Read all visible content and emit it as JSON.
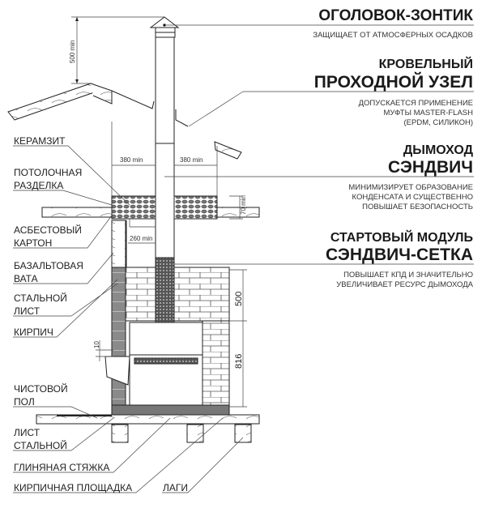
{
  "components": [
    {
      "title": [
        "ОГОЛОВОК-ЗОНТИК"
      ],
      "description": [
        "ЗАЩИЩАЕТ ОТ АТМОСФЕРНЫХ ОСАДКОВ"
      ]
    },
    {
      "title": [
        "КРОВЕЛЬНЫЙ",
        "ПРОХОДНОЙ УЗЕЛ"
      ],
      "description": [
        "ДОПУСКАЕТСЯ ПРИМЕНЕНИЕ",
        "МУФТЫ MASTER-FLASH",
        "(EPDM, СИЛИКОН)"
      ]
    },
    {
      "title": [
        "ДЫМОХОД",
        "СЭНДВИЧ"
      ],
      "description": [
        "МИНИМИЗИРУЕТ ОБРАЗОВАНИЕ",
        "КОНДЕНСАТА И СУЩЕСТВЕННО",
        "ПОВЫШАЕТ БЕЗОПАСНОСТЬ"
      ]
    },
    {
      "title": [
        "СТАРТОВЫЙ МОДУЛЬ",
        "СЭНДВИЧ-СЕТКА"
      ],
      "description": [
        "ПОВЫШАЕТ КПД И ЗНАЧИТЕЛЬНО",
        "УВЕЛИЧИВАЕТ РЕСУРС ДЫМОХОДА"
      ]
    }
  ],
  "materials": [
    [
      "КЕРАМЗИТ"
    ],
    [
      "ПОТОЛОЧНАЯ",
      "РАЗДЕЛКА"
    ],
    [
      "АСБЕСТОВЫЙ",
      "КАРТОН"
    ],
    [
      "БАЗАЛЬТОВАЯ",
      "ВАТА"
    ],
    [
      "СТАЛЬНОЙ",
      "ЛИСТ"
    ],
    [
      "КИРПИЧ"
    ],
    [
      "ЧИСТОВОЙ",
      "ПОЛ"
    ],
    [
      "ЛИСТ",
      "СТАЛЬНОЙ"
    ],
    [
      "ГЛИНЯНАЯ СТЯЖКА"
    ],
    [
      "КИРПИЧНАЯ ПЛОЩАДКА"
    ],
    [
      "ЛАГИ"
    ]
  ],
  "dimensions": {
    "above_roof": "500 min",
    "left_clearance": "380 min",
    "right_clearance": "380 min",
    "insulation_height": "70 min",
    "wall_clearance": "260 min",
    "upper_height": "500",
    "stove_height": "816",
    "gap": "10"
  }
}
